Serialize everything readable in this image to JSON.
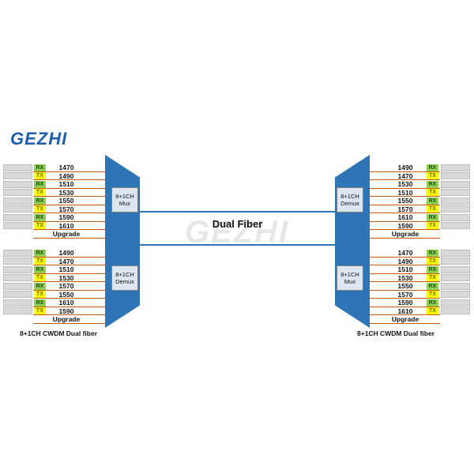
{
  "logo": {
    "text": "GEZHI"
  },
  "watermark": {
    "text": "GEZHI"
  },
  "dual_fiber": {
    "label": "Dual Fiber"
  },
  "left_unit": {
    "caption": "8+1CH CWDM Dual fiber",
    "mux_label": "8+1CH Mux",
    "demux_label": "8+1CH Demux",
    "mux_rows": [
      {
        "badge": "RX",
        "label": "1470"
      },
      {
        "badge": "TX",
        "label": "1490"
      },
      {
        "badge": "RX",
        "label": "1510"
      },
      {
        "badge": "TX",
        "label": "1530"
      },
      {
        "badge": "RX",
        "label": "1550"
      },
      {
        "badge": "TX",
        "label": "1570"
      },
      {
        "badge": "RX",
        "label": "1590"
      },
      {
        "badge": "TX",
        "label": "1610"
      },
      {
        "label": "Upgrade"
      }
    ],
    "demux_rows": [
      {
        "badge": "RX",
        "label": "1490"
      },
      {
        "badge": "TX",
        "label": "1470"
      },
      {
        "badge": "RX",
        "label": "1510"
      },
      {
        "badge": "TX",
        "label": "1530"
      },
      {
        "badge": "RX",
        "label": "1570"
      },
      {
        "badge": "TX",
        "label": "1550"
      },
      {
        "badge": "RX",
        "label": "1610"
      },
      {
        "badge": "TX",
        "label": "1590"
      },
      {
        "label": "Upgrade"
      }
    ]
  },
  "right_unit": {
    "caption": "8+1CH CWDM Dual fiber",
    "demux_label": "8+1CH Demux",
    "mux_label": "8+1CH Mux",
    "demux_rows": [
      {
        "badge": "RX",
        "label": "1490"
      },
      {
        "badge": "TX",
        "label": "1470"
      },
      {
        "badge": "RX",
        "label": "1530"
      },
      {
        "badge": "TX",
        "label": "1510"
      },
      {
        "badge": "RX",
        "label": "1550"
      },
      {
        "badge": "TX",
        "label": "1570"
      },
      {
        "badge": "RX",
        "label": "1610"
      },
      {
        "badge": "TX",
        "label": "1590"
      },
      {
        "label": "Upgrade"
      }
    ],
    "mux_rows": [
      {
        "badge": "RX",
        "label": "1470"
      },
      {
        "badge": "TX",
        "label": "1490"
      },
      {
        "badge": "RX",
        "label": "1510"
      },
      {
        "badge": "TX",
        "label": "1530"
      },
      {
        "badge": "RX",
        "label": "1550"
      },
      {
        "badge": "TX",
        "label": "1570"
      },
      {
        "badge": "RX",
        "label": "1590"
      },
      {
        "badge": "TX",
        "label": "1610"
      },
      {
        "label": "Upgrade"
      }
    ]
  },
  "colors": {
    "unit_blue": "#2E75B6",
    "fiber_line": "#2E75B6",
    "channel_line": "#C55A11",
    "rx_green": "#92D050",
    "tx_yellow": "#FFFF00",
    "port_gray": "#D9D9D9",
    "logo_blue": "#1D5FAF"
  }
}
